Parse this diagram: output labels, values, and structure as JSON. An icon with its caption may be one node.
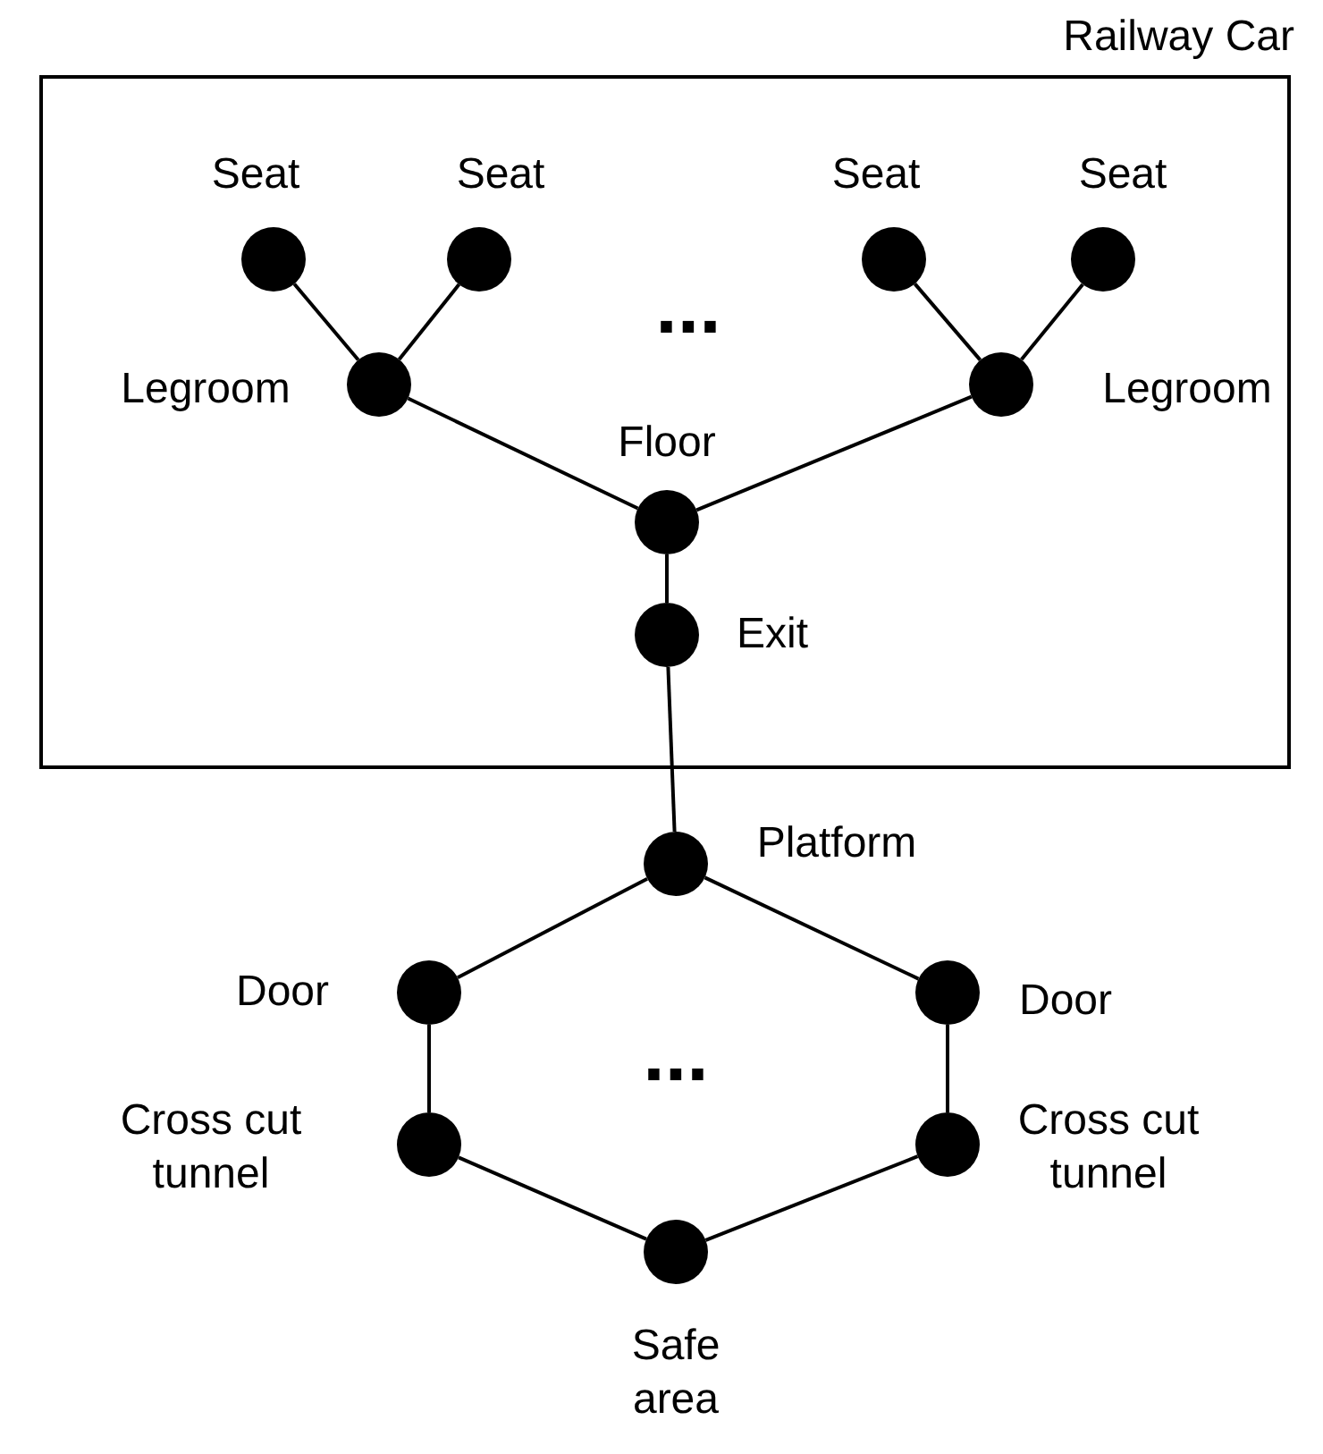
{
  "diagram": {
    "nodes": [
      {
        "text": [
          "Railway Car"
        ]
      },
      {
        "text": [],
        "shape": "circle",
        "beside": [
          "Seat"
        ],
        "in": 0
      },
      {
        "text": [],
        "shape": "circle",
        "beside": [
          "Seat"
        ],
        "in": 0
      },
      {
        "text": [],
        "shape": "circle",
        "beside": [
          "Seat"
        ],
        "in": 0
      },
      {
        "text": [],
        "shape": "circle",
        "beside": [
          "Seat"
        ],
        "in": 0
      },
      {
        "text": [],
        "shape": "circle",
        "beside": [
          "Legroom"
        ],
        "in": 0
      },
      {
        "text": [],
        "shape": "circle",
        "beside": [
          "Legroom"
        ],
        "in": 0
      },
      {
        "text": [],
        "shape": "circle",
        "beside": [
          "Floor"
        ],
        "in": 0
      },
      {
        "text": [],
        "shape": "circle",
        "beside": [
          "Exit"
        ],
        "in": 0
      },
      {
        "text": [],
        "shape": "circle",
        "beside": [
          "Platform"
        ]
      },
      {
        "text": [],
        "shape": "circle",
        "beside": [
          "Door"
        ]
      },
      {
        "text": [],
        "shape": "circle",
        "beside": [
          "Door"
        ]
      },
      {
        "text": [],
        "shape": "circle",
        "beside": [
          "Cross cut tunnel"
        ]
      },
      {
        "text": [],
        "shape": "circle",
        "beside": [
          "Cross cut tunnel"
        ]
      },
      {
        "text": [],
        "shape": "circle",
        "beside": [
          "Safe area"
        ]
      }
    ],
    "edges": [
      {
        "from": 1,
        "to": 5,
        "arrow": "none"
      },
      {
        "from": 2,
        "to": 5,
        "arrow": "none"
      },
      {
        "from": 3,
        "to": 6,
        "arrow": "none"
      },
      {
        "from": 4,
        "to": 6,
        "arrow": "none"
      },
      {
        "from": 5,
        "to": 7,
        "arrow": "none"
      },
      {
        "from": 6,
        "to": 7,
        "arrow": "none"
      },
      {
        "from": 7,
        "to": 8,
        "arrow": "none"
      },
      {
        "from": 8,
        "to": 9,
        "arrow": "none"
      },
      {
        "from": 9,
        "to": 10,
        "arrow": "none"
      },
      {
        "from": 9,
        "to": 11,
        "arrow": "none"
      },
      {
        "from": 10,
        "to": 12,
        "arrow": "none"
      },
      {
        "from": 11,
        "to": 13,
        "arrow": "none"
      },
      {
        "from": 12,
        "to": 14,
        "arrow": "none"
      },
      {
        "from": 13,
        "to": 14,
        "arrow": "none"
      }
    ],
    "labels": [
      "...",
      "..."
    ]
  }
}
